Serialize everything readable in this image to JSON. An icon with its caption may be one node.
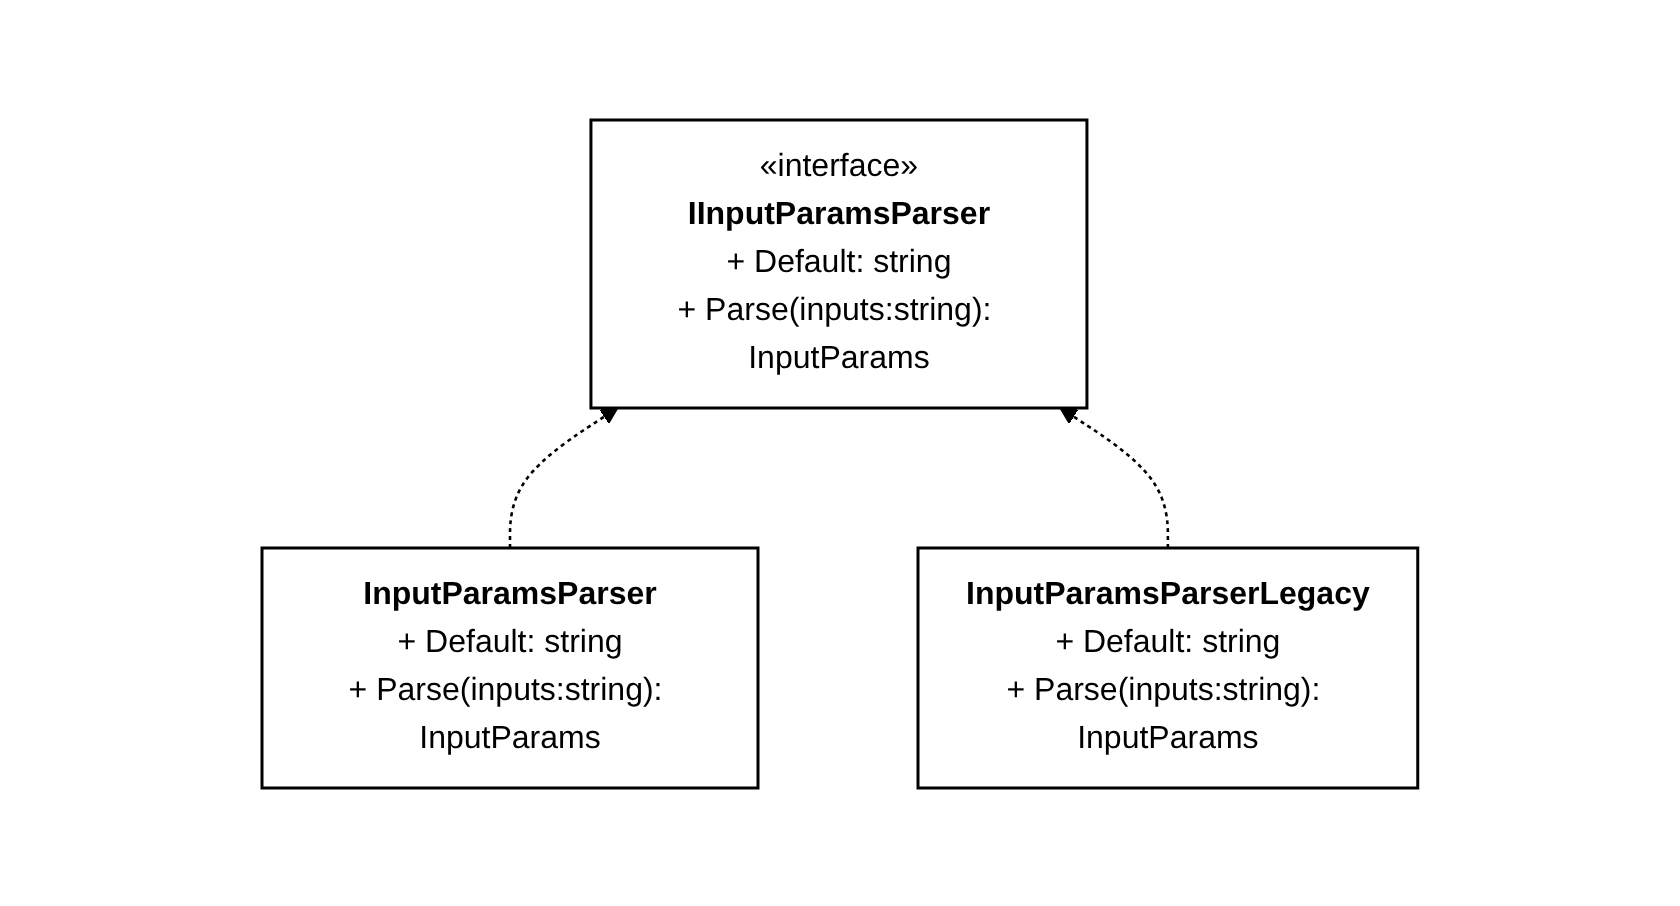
{
  "diagram": {
    "nodes": [
      {
        "text": [
          "«interface»",
          "IInputParamsParser",
          "+ Default: string",
          "+ Parse(inputs:string): InputParams"
        ]
      },
      {
        "text": [
          "InputParamsParser",
          "+ Default: string",
          "+ Parse(inputs:string): InputParams"
        ]
      },
      {
        "text": [
          "InputParamsParserLegacy",
          "+ Default: string",
          "+ Parse(inputs:string): InputParams"
        ]
      }
    ],
    "edges": [
      {
        "from": 1,
        "to": 0,
        "arrow": "to",
        "style": "dashed"
      },
      {
        "from": 2,
        "to": 0,
        "arrow": "to",
        "style": "dashed"
      }
    ]
  }
}
